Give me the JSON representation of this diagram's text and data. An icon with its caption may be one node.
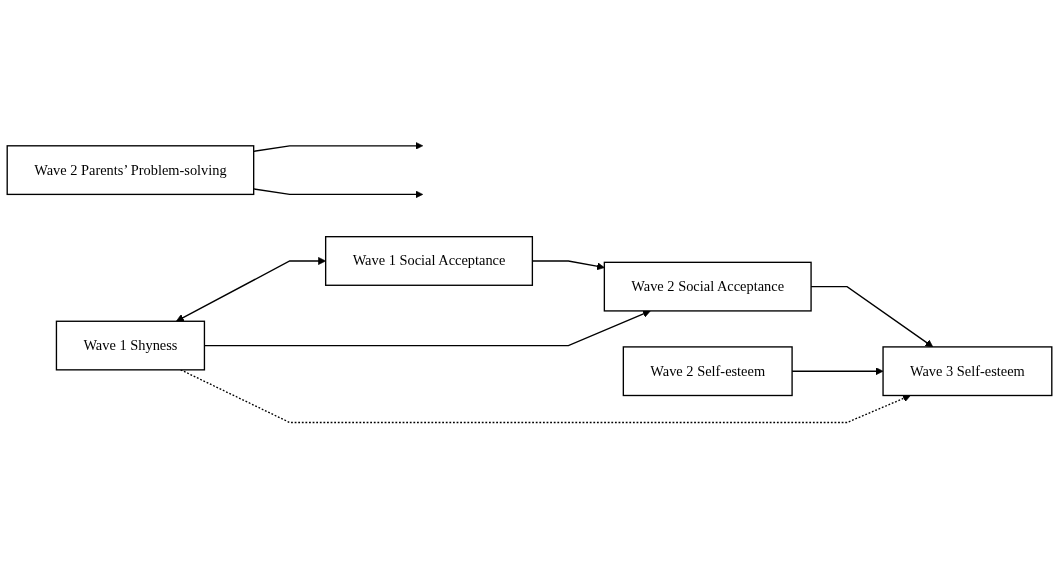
{
  "diagram": {
    "nodes": [
      {
        "text": [
          "Wave 1 Shyness"
        ]
      },
      {
        "text": [
          "Wave 2 Parents’ Problem-solving"
        ]
      },
      {
        "text": [
          "Wave 1 Social Acceptance"
        ]
      },
      {
        "text": [
          "Wave 2 Social Acceptance"
        ]
      },
      {
        "text": [
          "Wave 3 Self-esteem"
        ]
      },
      {
        "text": [
          "Wave 2 Self-esteem"
        ]
      }
    ],
    "edges": [
      {
        "from": 0,
        "to": 2,
        "arrow": "both"
      },
      {
        "from": 0,
        "to": 3,
        "arrow": "to"
      },
      {
        "from": 0,
        "to": 4,
        "arrow": "to",
        "style": "dashed"
      },
      {
        "from": 1,
        "to": null,
        "arrow": "to"
      },
      {
        "from": 1,
        "to": null,
        "arrow": "to"
      },
      {
        "from": 2,
        "to": 3,
        "arrow": "to"
      },
      {
        "from": 3,
        "to": 4,
        "arrow": "to"
      },
      {
        "from": 5,
        "to": 4,
        "arrow": "to"
      }
    ]
  }
}
